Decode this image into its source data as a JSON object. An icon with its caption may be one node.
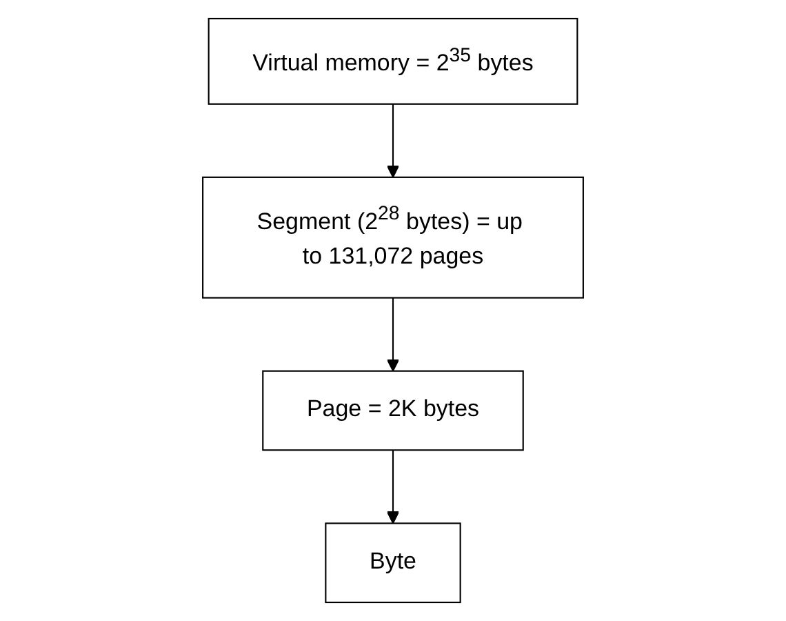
{
  "diagram": {
    "nodes": [
      {
        "text": [
          "Virtual memory = 2$^{35}$ bytes"
        ]
      },
      {
        "text": [
          "Segment (2$^{28}$ bytes) = up to 131,072 pages"
        ]
      },
      {
        "text": [
          "Page = 2K bytes"
        ]
      },
      {
        "text": [
          "Byte"
        ]
      }
    ],
    "edges": [
      {
        "from": 0,
        "to": 1,
        "arrow": "to"
      },
      {
        "from": 1,
        "to": 2,
        "arrow": "to"
      },
      {
        "from": 2,
        "to": 3,
        "arrow": "to"
      }
    ]
  }
}
